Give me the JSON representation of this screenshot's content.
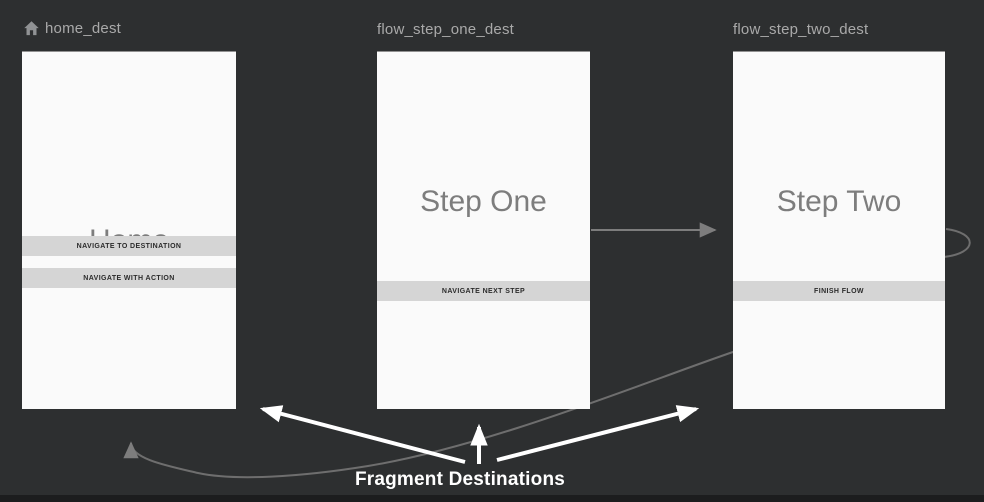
{
  "destinations": [
    {
      "label": "home_dest",
      "title": "Home",
      "icon": "home-icon",
      "buttons": [
        "NAVIGATE TO DESTINATION",
        "NAVIGATE WITH ACTION"
      ]
    },
    {
      "label": "flow_step_one_dest",
      "title": "Step One",
      "buttons": [
        "NAVIGATE NEXT STEP"
      ]
    },
    {
      "label": "flow_step_two_dest",
      "title": "Step Two",
      "buttons": [
        "FINISH FLOW"
      ]
    }
  ],
  "actions": [
    {
      "from": "flow_step_one_dest",
      "to": "flow_step_two_dest"
    },
    {
      "from": "flow_step_two_dest",
      "to": "home_dest"
    }
  ],
  "annotation": {
    "label": "Fragment Destinations"
  },
  "colors": {
    "canvas_bg": "#2d2f30",
    "card_bg": "#fafafa",
    "preview_button_bg": "#d5d5d5",
    "action_arrow": "#7d7d7d",
    "dest_label": "#a9a9a9",
    "card_title": "#7d7d7d",
    "annotation": "#ffffff"
  }
}
